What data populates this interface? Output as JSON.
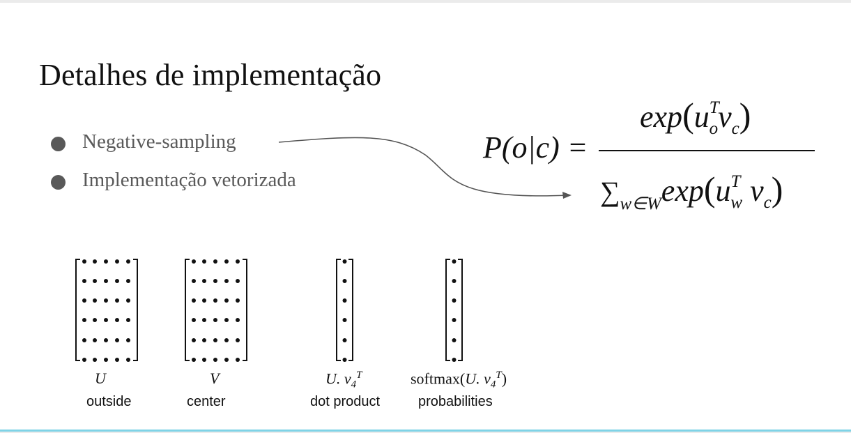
{
  "title": "Detalhes de implementação",
  "bullets": [
    "Negative-sampling",
    "Implementação vetorizada"
  ],
  "formula": {
    "lhs": "P(o|c) =",
    "numerator": {
      "fn": "exp",
      "u": "u",
      "u_sup": "T",
      "u_sub": "o",
      "v": "v",
      "v_sub": "c"
    },
    "denominator": {
      "sum": "∑",
      "sum_sub": "w∈W",
      "fn": "exp",
      "u": "u",
      "u_sup": "T",
      "u_sub": "w",
      "v": "v",
      "v_sub": "c"
    }
  },
  "matrices": [
    {
      "symbol": "U",
      "label": "outside"
    },
    {
      "symbol": "V",
      "label": "center"
    },
    {
      "symbol_base": "U. v",
      "symbol_sub": "4",
      "symbol_sup": "T",
      "label": "dot product"
    },
    {
      "symbol_fn": "softmax",
      "symbol_base": "U. v",
      "symbol_sub": "4",
      "symbol_sup": "T",
      "label": "probabilities"
    }
  ],
  "colors": {
    "bullet_text": "#595959",
    "accent_line": "#7fd3e6",
    "arrow": "#555555"
  }
}
